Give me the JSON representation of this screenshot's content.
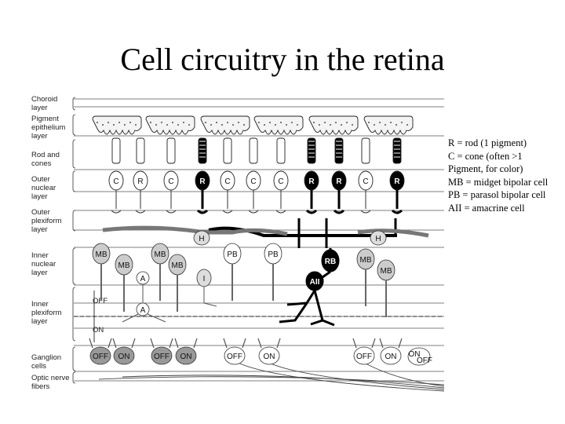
{
  "title": "Cell circuitry in the retina",
  "diagram": {
    "layers": [
      "Choroid layer",
      "Pigment epithelium layer",
      "Rod and cones",
      "Outer nuclear layer",
      "Outer plexiform layer",
      "Inner nuclear layer",
      "Inner plexiform layer",
      "Ganglion cells",
      "Optic nerve fibers"
    ],
    "layer_lines": {
      "choroid": [
        "Choroid",
        "layer"
      ],
      "pigment": [
        "Pigment",
        "epithelium",
        "layer"
      ],
      "rods": [
        "Rod and",
        "cones"
      ],
      "onl": [
        "Outer",
        "nuclear",
        "layer"
      ],
      "opl": [
        "Outer",
        "plexiform",
        "layer"
      ],
      "inl": [
        "Inner",
        "nuclear",
        "layer"
      ],
      "ipl": [
        "Inner",
        "plexiform",
        "layer"
      ],
      "ganglion": [
        "Ganglion",
        "cells"
      ],
      "optic": [
        "Optic nerve",
        "fibers"
      ]
    },
    "photoreceptors": [
      "C",
      "R",
      "C",
      "R",
      "C",
      "C",
      "C",
      "R",
      "R",
      "C",
      "R"
    ],
    "horizontal_labels": [
      "H",
      "H"
    ],
    "bipolar_labels": [
      "MB",
      "MB",
      "MB",
      "MB",
      "PB",
      "PB",
      "RB",
      "MB",
      "MB"
    ],
    "amacrine_labels": [
      "A",
      "A",
      "I",
      "AII"
    ],
    "ipl_sublamina": [
      "OFF",
      "ON"
    ],
    "ganglion_labels": [
      "OFF",
      "ON",
      "OFF",
      "ON",
      "OFF",
      "ON",
      "OFF",
      "ON",
      "ON",
      "OFF"
    ]
  },
  "legend": [
    "R = rod (1 pigment)",
    "C = cone (often >1",
    "Pigment, for color)",
    "MB = midget bipolar cell",
    "PB = parasol bipolar cell",
    "AII = amacrine cell"
  ]
}
